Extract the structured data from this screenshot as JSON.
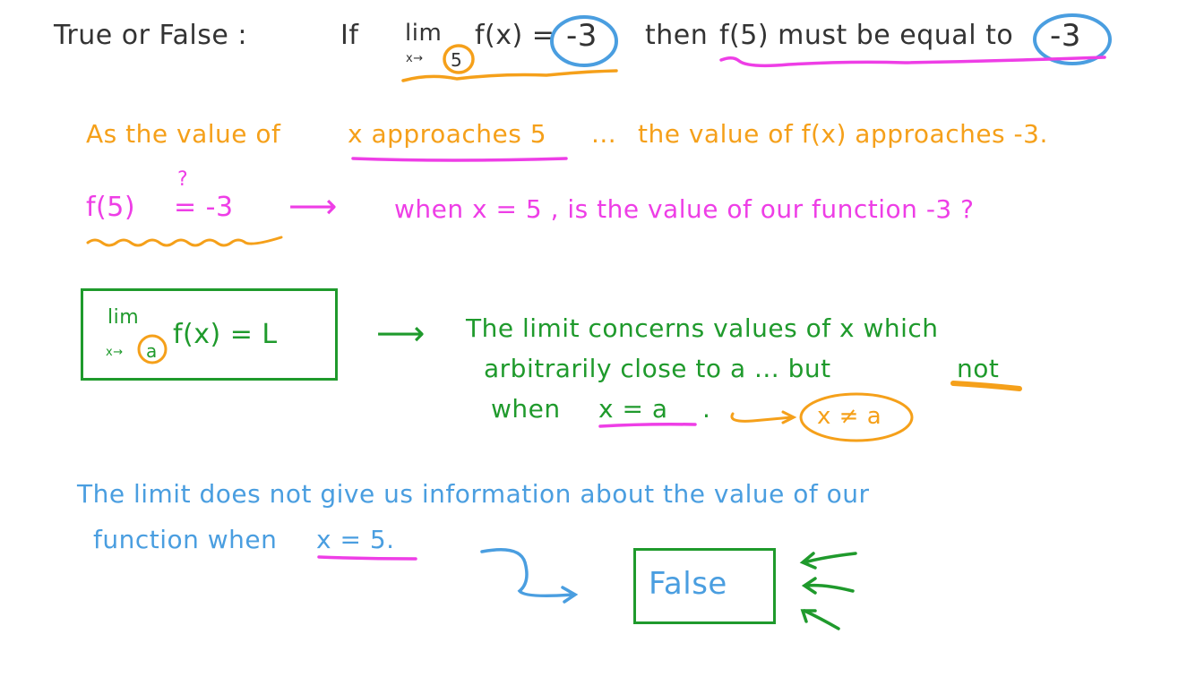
{
  "question": {
    "prefix": "True or False :",
    "if": "If",
    "lim": "lim",
    "lim_sub_var": "x→",
    "lim_sub_val": "5",
    "fx": "f(x) =",
    "limit_value": "-3",
    "then_text": "then",
    "f5_clause": "f(5) must be equal to",
    "must_value": "-3"
  },
  "line1": {
    "part1": "As the value of",
    "part2": "x approaches 5",
    "part3": "...",
    "part4": "the value of f(x) approaches -3."
  },
  "line2": {
    "lhs": "f(5)",
    "question_mark": "?",
    "eq": "= -3",
    "arrow": "⟶",
    "rhs": "when x = 5 , is the value of our function -3 ?"
  },
  "definition_box": {
    "lim": "lim",
    "sub_var": "x→",
    "sub_val": "a",
    "fx": "f(x)  = L"
  },
  "explanation": {
    "arrow": "⟶",
    "line1": "The limit concerns values of x which",
    "line2_a": "arbitrarily close to a ... but",
    "line2_b": "not",
    "line3_a": "when",
    "line3_b": "x = a",
    "line3_c": ".",
    "result": "x ≠ a"
  },
  "conclusion": {
    "line1": "The limit does not give us information about the value of our",
    "line2_a": "function when",
    "line2_b": "x = 5."
  },
  "answer": {
    "label": "False"
  },
  "colors": {
    "black": "#333333",
    "orange": "#f5a01a",
    "magenta": "#ee3ee6",
    "green": "#1f9a2c",
    "blue": "#4a9ee0"
  }
}
